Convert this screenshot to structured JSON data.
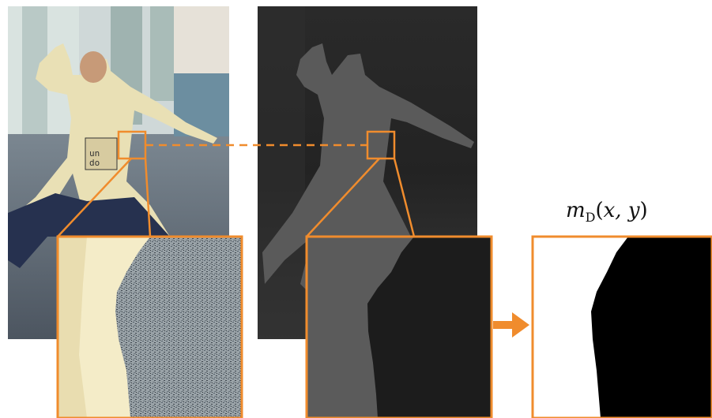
{
  "label": {
    "m": "m",
    "sub": "D",
    "open": "(",
    "args": "x, y",
    "close": ")"
  },
  "colors": {
    "highlight": "#f08c2d",
    "render_sky": "#e8e4dc",
    "render_floor": "#5e6b78",
    "depth_bg": "#1a1a1a",
    "depth_figure": "#5a5a5a",
    "mask_fg": "#ffffff",
    "mask_bg": "#000000"
  },
  "panels": [
    {
      "name": "rendered-image",
      "description_icon": "rendered-scene-image"
    },
    {
      "name": "depth-map",
      "description_icon": "depth-map-image"
    },
    {
      "name": "zoom-rendered"
    },
    {
      "name": "zoom-depth"
    },
    {
      "name": "mask"
    }
  ]
}
